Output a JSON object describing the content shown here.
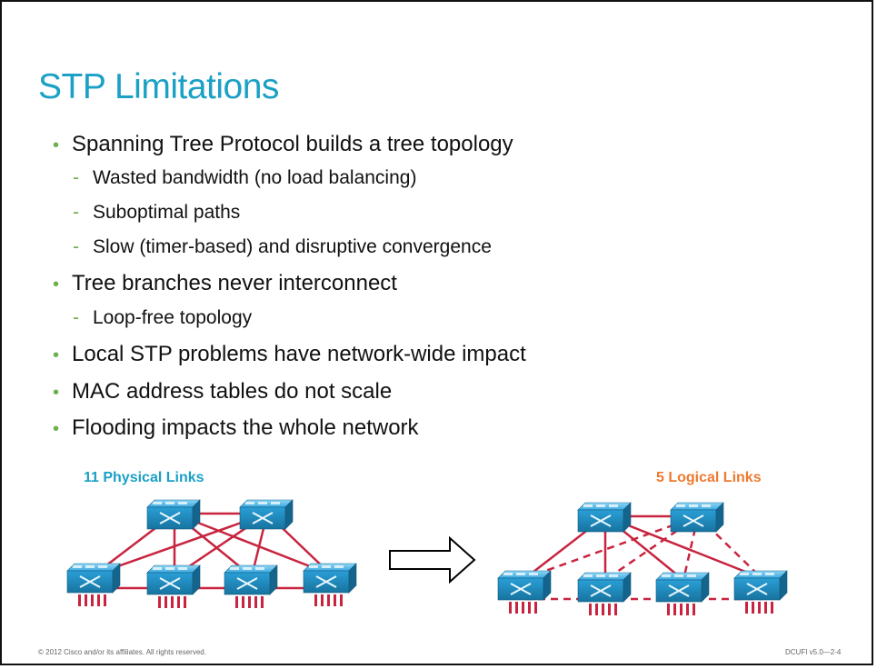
{
  "slide": {
    "title": "STP Limitations",
    "bullets": [
      {
        "text": "Spanning Tree Protocol builds a tree topology",
        "sub": [
          "Wasted bandwidth (no load balancing)",
          "Suboptimal paths",
          "Slow (timer-based) and disruptive convergence"
        ]
      },
      {
        "text": "Tree branches never interconnect",
        "sub": [
          "Loop-free topology"
        ]
      },
      {
        "text": "Local STP problems have network-wide impact",
        "sub": []
      },
      {
        "text": "MAC address tables do not scale",
        "sub": []
      },
      {
        "text": "Flooding impacts the whole network",
        "sub": []
      }
    ],
    "bullet_marker": "•",
    "sub_marker": "-"
  },
  "diagram": {
    "physical_label": "11 Physical Links",
    "logical_label": "5 Logical Links",
    "colors": {
      "title": "#1ba0c6",
      "physical_label": "#1ba0c6",
      "logical_label": "#ee7a2f",
      "link": "#c8243f",
      "switch": "#2a9fd6",
      "marker": "#6ab04c"
    }
  },
  "footer": {
    "copyright": "© 2012 Cisco and/or its affiliates. All rights reserved.",
    "course_code": "DCUFI v5.0—2-4"
  }
}
